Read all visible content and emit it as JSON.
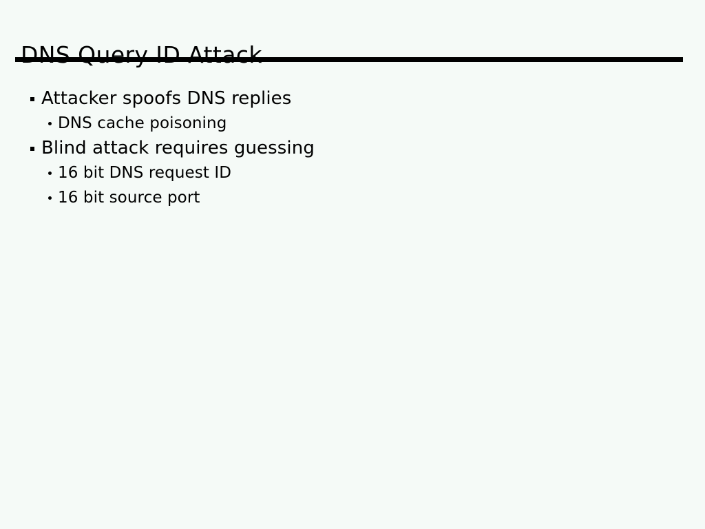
{
  "slide": {
    "title": "DNS Query ID Attack",
    "background_color": "#f5faf7",
    "text_color": "#000000",
    "rule_color": "#000000",
    "bullets": [
      {
        "level": 1,
        "marker": "square-bullet",
        "text": "Attacker spoofs DNS replies"
      },
      {
        "level": 2,
        "marker": "round-bullet",
        "text": "DNS cache poisoning"
      },
      {
        "level": 1,
        "marker": "square-bullet",
        "text": "Blind attack requires guessing"
      },
      {
        "level": 2,
        "marker": "round-bullet",
        "text": "16 bit DNS request ID"
      },
      {
        "level": 2,
        "marker": "round-bullet",
        "text": "16 bit source port"
      }
    ]
  }
}
